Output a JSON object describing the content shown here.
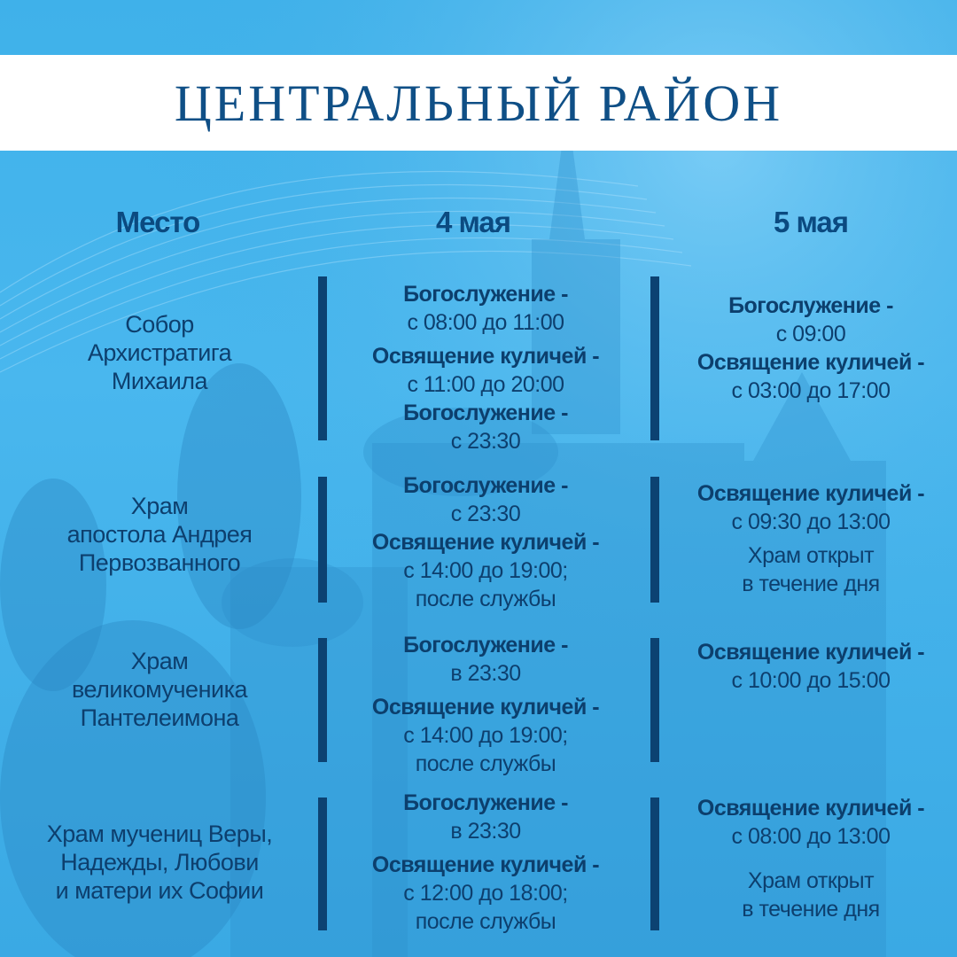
{
  "title": "ЦЕНТРАЛЬНЫЙ РАЙОН",
  "headers": {
    "place": "Место",
    "may4": "4 мая",
    "may5": "5 мая"
  },
  "rows": [
    {
      "place": [
        "Собор",
        "Архистратига",
        "Михаила"
      ],
      "may4": [
        {
          "b": "Богослужение -",
          "t": "с 08:00 до 11:00"
        },
        {
          "b": "Освящение куличей -",
          "t": "с 11:00 до 20:00"
        },
        {
          "b": "Богослужение -",
          "t": "с 23:30"
        }
      ],
      "may5": [
        {
          "b": "Богослужение -",
          "t": "с 09:00"
        },
        {
          "b": "Освящение куличей -",
          "t": "с 03:00 до 17:00"
        }
      ]
    },
    {
      "place": [
        "Храм",
        "апостола Андрея",
        "Первозванного"
      ],
      "may4": [
        {
          "b": "Богослужение -",
          "t": "с 23:30"
        },
        {
          "b": "Освящение куличей -",
          "t": "с 14:00 до 19:00;",
          "t2": "после службы"
        }
      ],
      "may5": [
        {
          "b": "Освящение куличей -",
          "t": "с 09:30 до 13:00"
        },
        {
          "t": "Храм открыт",
          "t2": "в течение дня"
        }
      ]
    },
    {
      "place": [
        "Храм",
        "великомученика",
        "Пантелеимона"
      ],
      "may4": [
        {
          "b": "Богослужение -",
          "t": "в 23:30"
        },
        {
          "b": "Освящение куличей -",
          "t": "с 14:00 до 19:00;",
          "t2": "после службы"
        }
      ],
      "may5": [
        {
          "b": "Освящение куличей -",
          "t": "с 10:00 до 15:00"
        }
      ]
    },
    {
      "place": [
        "Храм мучениц Веры,",
        "Надежды, Любови",
        "и матери их Софии"
      ],
      "may4": [
        {
          "b": "Богослужение -",
          "t": "в 23:30"
        },
        {
          "b": "Освящение куличей -",
          "t": "с 12:00 до 18:00;",
          "t2": "после службы"
        }
      ],
      "may5": [
        {
          "b": "Освящение куличей -",
          "t": "с 08:00 до 13:00"
        },
        {
          "t": "Храм открыт",
          "t2": "в течение дня"
        }
      ]
    }
  ],
  "colors": {
    "accent": "#0f4f86",
    "bar": "#0c4272",
    "background": "#46b4ec"
  }
}
